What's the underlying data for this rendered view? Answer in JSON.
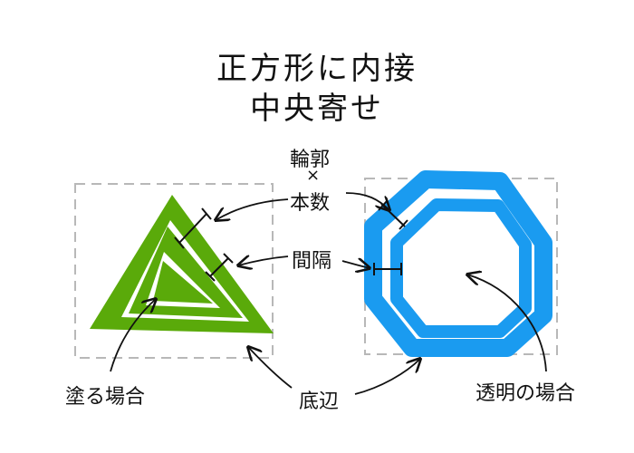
{
  "title": {
    "line1": "正方形に内接",
    "line2": "中央寄せ"
  },
  "labels": {
    "outline_count_top": "輪郭",
    "outline_count_times": "×",
    "outline_count_bottom": "本数",
    "spacing": "間隔",
    "filled_case": "塗る場合",
    "base_edge": "底辺",
    "transparent_case": "透明の場合"
  },
  "colors": {
    "triangle_fill": "#5aaa0a",
    "octagon_stroke": "#1a9bf0",
    "guide_square": "#b8b8b8",
    "ink": "#111111"
  }
}
